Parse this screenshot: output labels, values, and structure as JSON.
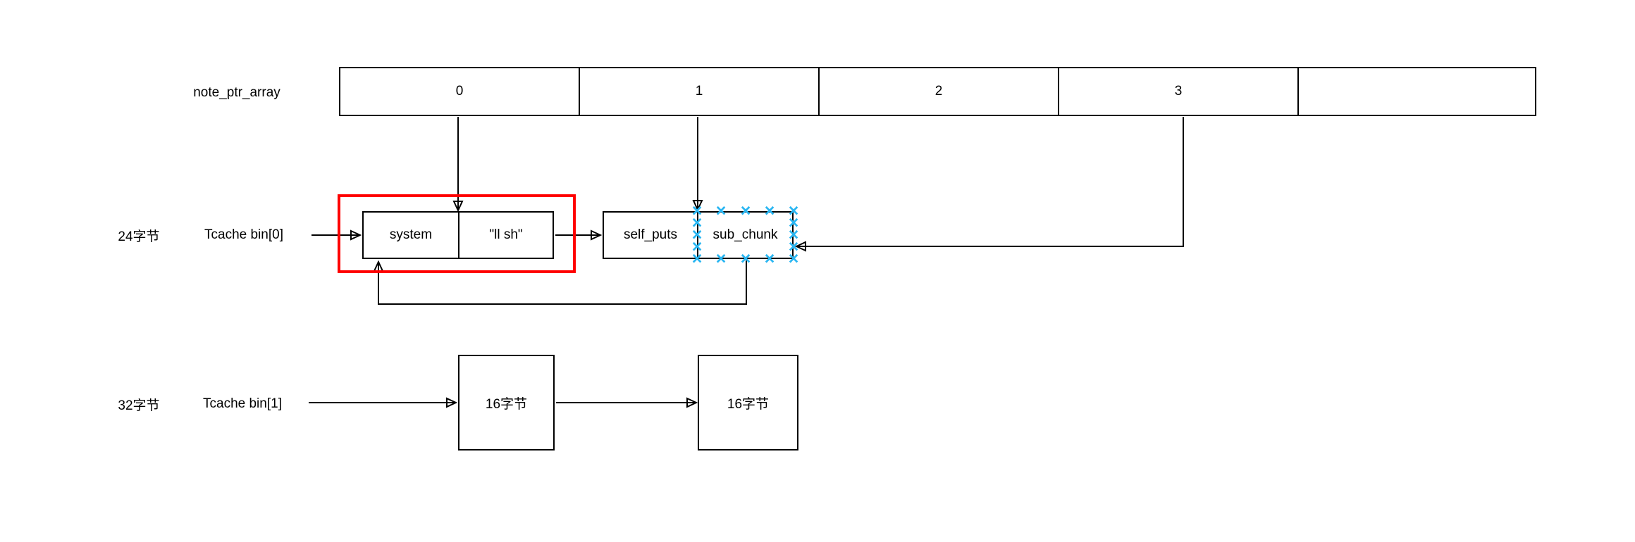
{
  "diagram": {
    "array": {
      "label": "note_ptr_array",
      "cells": [
        "0",
        "1",
        "2",
        "3",
        ""
      ]
    },
    "row_24byte": {
      "size_label": "24字节",
      "bin_label": "Tcache bin[0]",
      "chunk_a": {
        "fd_field": "system",
        "data_field": "\"ll sh\""
      },
      "chunk_b": {
        "fd_field": "self_puts",
        "data_field": "sub_chunk"
      }
    },
    "row_32byte": {
      "size_label": "32字节",
      "bin_label": "Tcache bin[1]",
      "chunk_1_label": "16字节",
      "chunk_2_label": "16字节"
    },
    "colors": {
      "highlight_red": "#ff0000",
      "selection_blue": "#29b6f2",
      "line_black": "#000000"
    },
    "selection_marks_symbol": "×"
  }
}
